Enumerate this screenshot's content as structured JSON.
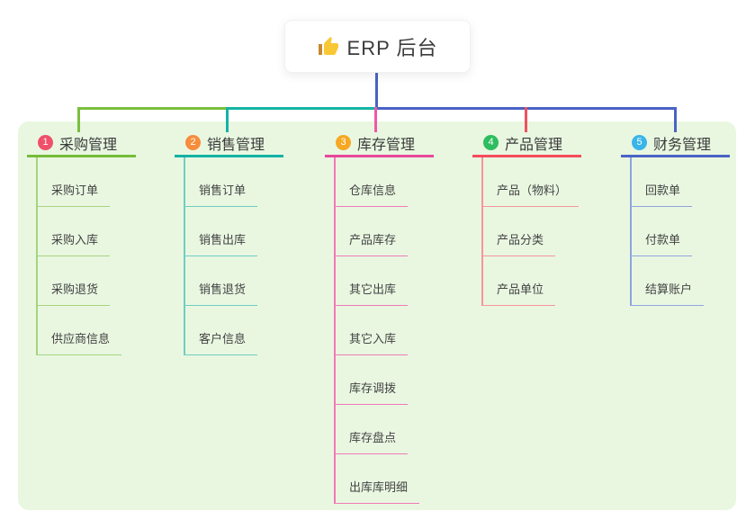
{
  "root": {
    "label": "ERP 后台",
    "icon": "thumbs-up-icon"
  },
  "colors": {
    "page_bg": "#ffffff",
    "panel_bg": "#e9f7e1",
    "root_line": "#4a62c4",
    "segment_left": "#7abf3e",
    "segment_mid": "#14b3a5",
    "segment_right": "#4a62c4",
    "thumb_hand": "#f8c734",
    "thumb_cuff": "#c9882d"
  },
  "branches": [
    {
      "badge": "1",
      "label": "采购管理",
      "badge_color": "#f0506a",
      "line_color": "#76bc3a",
      "child_line_color": "#a6d37f",
      "drop_color": "#7abf3e",
      "children": [
        "采购订单",
        "采购入库",
        "采购退货",
        "供应商信息"
      ]
    },
    {
      "badge": "2",
      "label": "销售管理",
      "badge_color": "#f78c3c",
      "line_color": "#13b2a4",
      "child_line_color": "#6fcec2",
      "drop_color": "#14b3a5",
      "children": [
        "销售订单",
        "销售出库",
        "销售退货",
        "客户信息"
      ]
    },
    {
      "badge": "3",
      "label": "库存管理",
      "badge_color": "#f6a823",
      "line_color": "#e8479b",
      "child_line_color": "#f07ab8",
      "drop_color": "#ef59a5",
      "children": [
        "仓库信息",
        "产品库存",
        "其它出库",
        "其它入库",
        "库存调拨",
        "库存盘点",
        "出库库明细"
      ]
    },
    {
      "badge": "4",
      "label": "产品管理",
      "badge_color": "#2dbd5f",
      "line_color": "#f44c5c",
      "child_line_color": "#f8949c",
      "drop_color": "#f0515f",
      "children": [
        "产品（物料）",
        "产品分类",
        "产品单位"
      ]
    },
    {
      "badge": "5",
      "label": "财务管理",
      "badge_color": "#3ab5ea",
      "line_color": "#4a63c6",
      "child_line_color": "#8fa5de",
      "drop_color": "#4a62c4",
      "children": [
        "回款单",
        "付款单",
        "结算账户"
      ]
    }
  ]
}
